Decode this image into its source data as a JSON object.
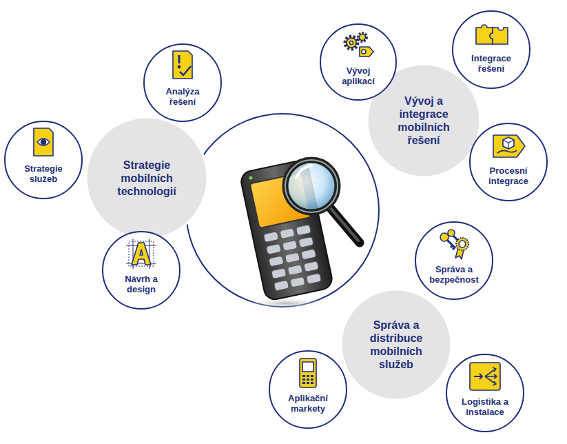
{
  "diagram": {
    "nodes": [
      {
        "text": [
          "Strategie mobilních technologií"
        ]
      },
      {
        "text": [
          "Strategie služeb"
        ]
      },
      {
        "text": [
          "Analýza řešení"
        ]
      },
      {
        "text": [
          "Návrh a design"
        ]
      },
      {
        "text": [
          "Vývoj a integrace mobilních řešení"
        ]
      },
      {
        "text": [
          "Vývoj aplikací"
        ]
      },
      {
        "text": [
          "Integrace řešení"
        ]
      },
      {
        "text": [
          "Procesní integrace"
        ]
      },
      {
        "text": [
          "Správa a distribuce mobilních služeb"
        ]
      },
      {
        "text": [
          "Správa a bezpečnost"
        ]
      },
      {
        "text": [
          "Aplikační markety"
        ]
      },
      {
        "text": [
          "Logistika a instalace"
        ]
      }
    ]
  }
}
